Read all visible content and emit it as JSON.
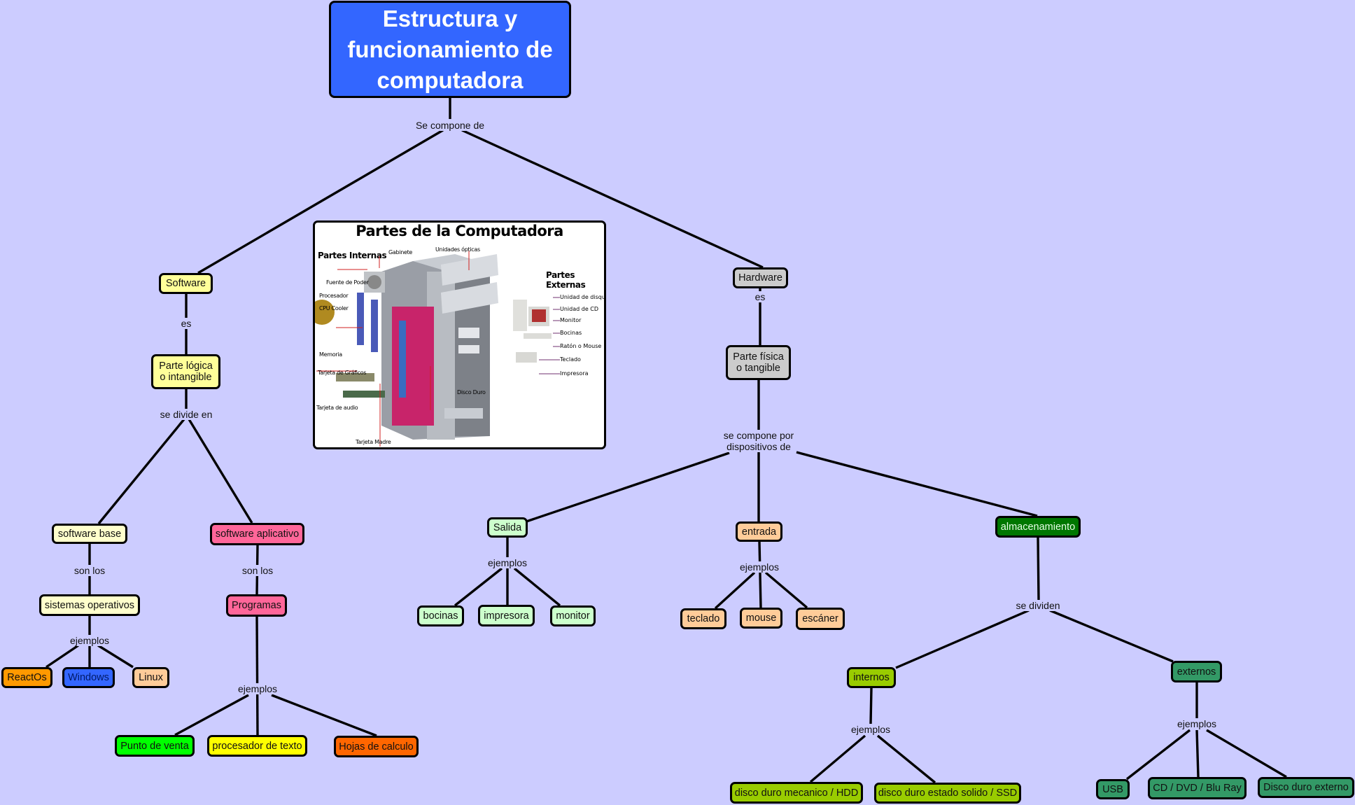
{
  "title": "Estructura y funcionamiento de computadora",
  "colors": {
    "background": "#ccccff",
    "title_fill": "#3366ff",
    "software_fill": "#ffff99",
    "software_base_fill": "#ffffcc",
    "software_aplicativo_fill": "#ff6699",
    "hardware_fill": "#cccccc",
    "salida_fill": "#ccffcc",
    "entrada_fill": "#ffcc99",
    "almacenamiento_fill": "#007700",
    "internos_fill": "#99cc00",
    "externos_fill": "#339966",
    "reactos_fill": "#ff9900",
    "windows_fill": "#3366ff",
    "punto_venta_fill": "#00ff00",
    "procesador_fill": "#ffff00",
    "hojas_fill": "#ff6600"
  },
  "links": {
    "se_compone_de": "Se compone de",
    "software_es": "es",
    "se_divide_en": "se divide en",
    "base_son_los": "son los",
    "aplicativo_son_los": "son los",
    "so_ejemplos": "ejemplos",
    "programas_ejemplos": "ejemplos",
    "hardware_es": "es",
    "se_compone_por": "se compone por\ndispositivos de",
    "salida_ejemplos": "ejemplos",
    "entrada_ejemplos": "ejemplos",
    "se_dividen": "se dividen",
    "internos_ejemplos": "ejemplos",
    "externos_ejemplos": "ejemplos"
  },
  "nodes": {
    "software": "Software",
    "parte_logica": "Parte lógica\no intangible",
    "software_base": "software base",
    "software_aplicativo": "software aplicativo",
    "sistemas_operativos": "sistemas operativos",
    "programas": "Programas",
    "reactos": "ReactOs",
    "windows": "Windows",
    "linux": "Linux",
    "punto_venta": "Punto de venta",
    "procesador_texto": "procesador de texto",
    "hojas_calculo": "Hojas de calculo",
    "hardware": "Hardware",
    "parte_fisica": "Parte física\no tangible",
    "salida": "Salida",
    "entrada": "entrada",
    "almacenamiento": "almacenamiento",
    "bocinas": "bocinas",
    "impresora": "impresora",
    "monitor": "monitor",
    "teclado": "teclado",
    "mouse": "mouse",
    "escaner": "escáner",
    "internos": "internos",
    "externos": "externos",
    "hdd": "disco duro mecanico / HDD",
    "ssd": "disco duro estado solido / SSD",
    "usb": "USB",
    "cd_dvd": "CD / DVD / Blu Ray",
    "disco_externo": "Disco duro externo"
  },
  "image_panel": {
    "title": "Partes de la Computadora",
    "internas_heading": "Partes Internas",
    "externas_heading": "Partes Externas",
    "internal_labels": [
      "Gabinete",
      "Unidades ópticas",
      "Fuente de Poder",
      "Procesador",
      "CPU Cooler",
      "Memoria",
      "Tarjeta de Gráficos",
      "Tarjeta de audio",
      "Tarjeta Madre",
      "Disco Duro"
    ],
    "external_labels": [
      "Unidad de disquetes",
      "Unidad de CD",
      "Monitor",
      "Bocinas",
      "Ratón o Mouse",
      "Teclado",
      "Impresora"
    ]
  }
}
